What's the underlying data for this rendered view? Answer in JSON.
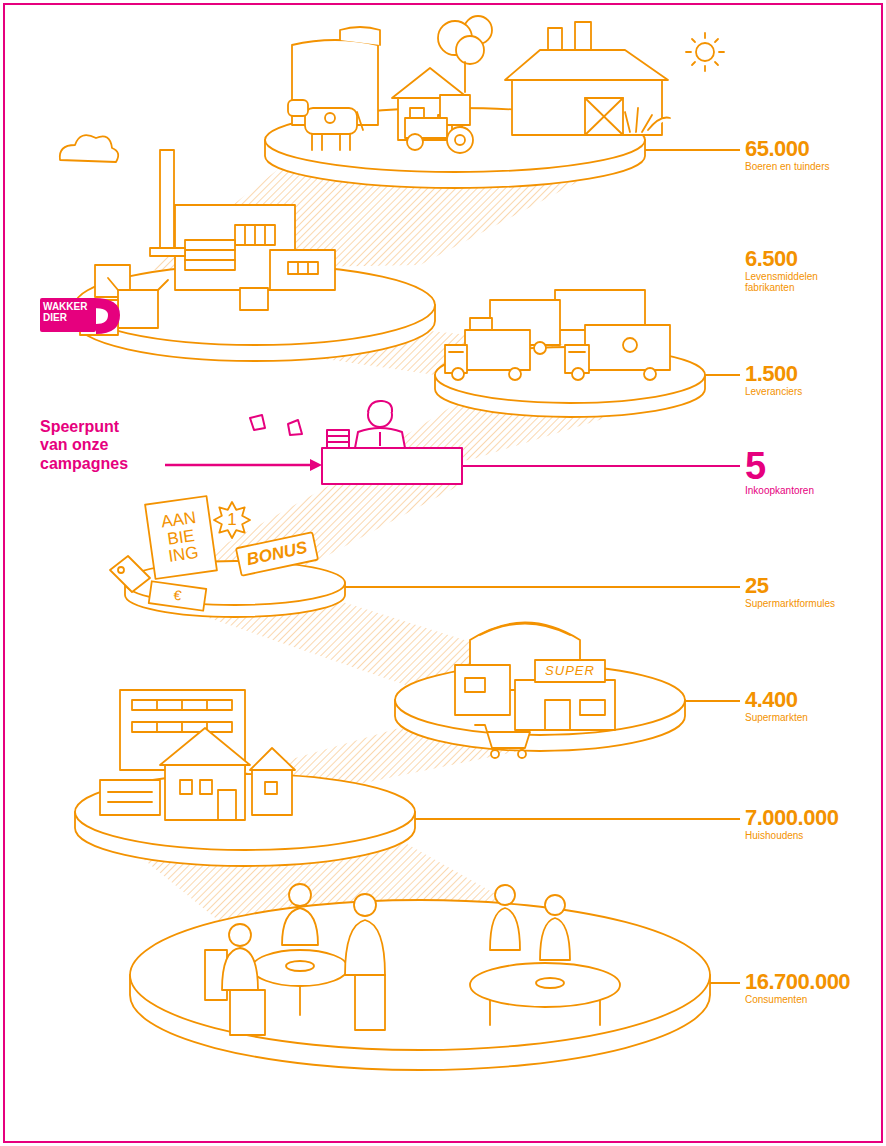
{
  "diagram": {
    "labels": [
      "WAKKER DIER",
      "Speerpunt van onze campagnes",
      "65.000",
      "Boeren en tuinders",
      "6.500",
      "Levensmiddelen fabrikanten",
      "1.500",
      "Leveranciers",
      "5",
      "Inkoopkantoren",
      "25",
      "Supermarktformules",
      "4.400",
      "Supermarkten",
      "7.000.000",
      "Huishoudens",
      "16.700.000",
      "Consumenten",
      "AAN BIE ING",
      "1",
      "BONUS",
      "€",
      "SUPER"
    ]
  }
}
